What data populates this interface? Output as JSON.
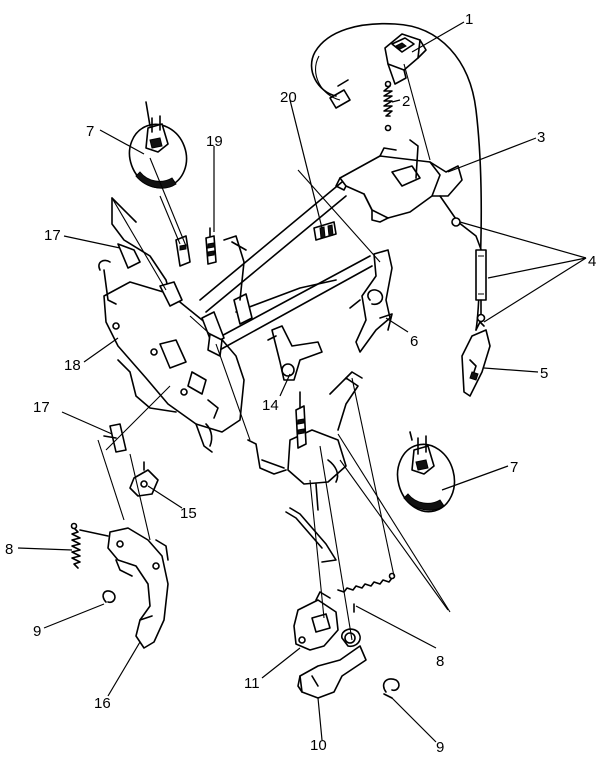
{
  "callouts": [
    {
      "id": "c1",
      "label": "1"
    },
    {
      "id": "c2",
      "label": "2"
    },
    {
      "id": "c3",
      "label": "3"
    },
    {
      "id": "c4",
      "label": "4"
    },
    {
      "id": "c5",
      "label": "5"
    },
    {
      "id": "c6",
      "label": "6"
    },
    {
      "id": "c7a",
      "label": "7"
    },
    {
      "id": "c7b",
      "label": "7"
    },
    {
      "id": "c8a",
      "label": "8"
    },
    {
      "id": "c8b",
      "label": "8"
    },
    {
      "id": "c9a",
      "label": "9"
    },
    {
      "id": "c9b",
      "label": "9"
    },
    {
      "id": "c10",
      "label": "10"
    },
    {
      "id": "c11",
      "label": "11"
    },
    {
      "id": "c14",
      "label": "14"
    },
    {
      "id": "c15",
      "label": "15"
    },
    {
      "id": "c16",
      "label": "16"
    },
    {
      "id": "c17a",
      "label": "17"
    },
    {
      "id": "c17b",
      "label": "17"
    },
    {
      "id": "c18",
      "label": "18"
    },
    {
      "id": "c19",
      "label": "19"
    },
    {
      "id": "c20",
      "label": "20"
    }
  ]
}
